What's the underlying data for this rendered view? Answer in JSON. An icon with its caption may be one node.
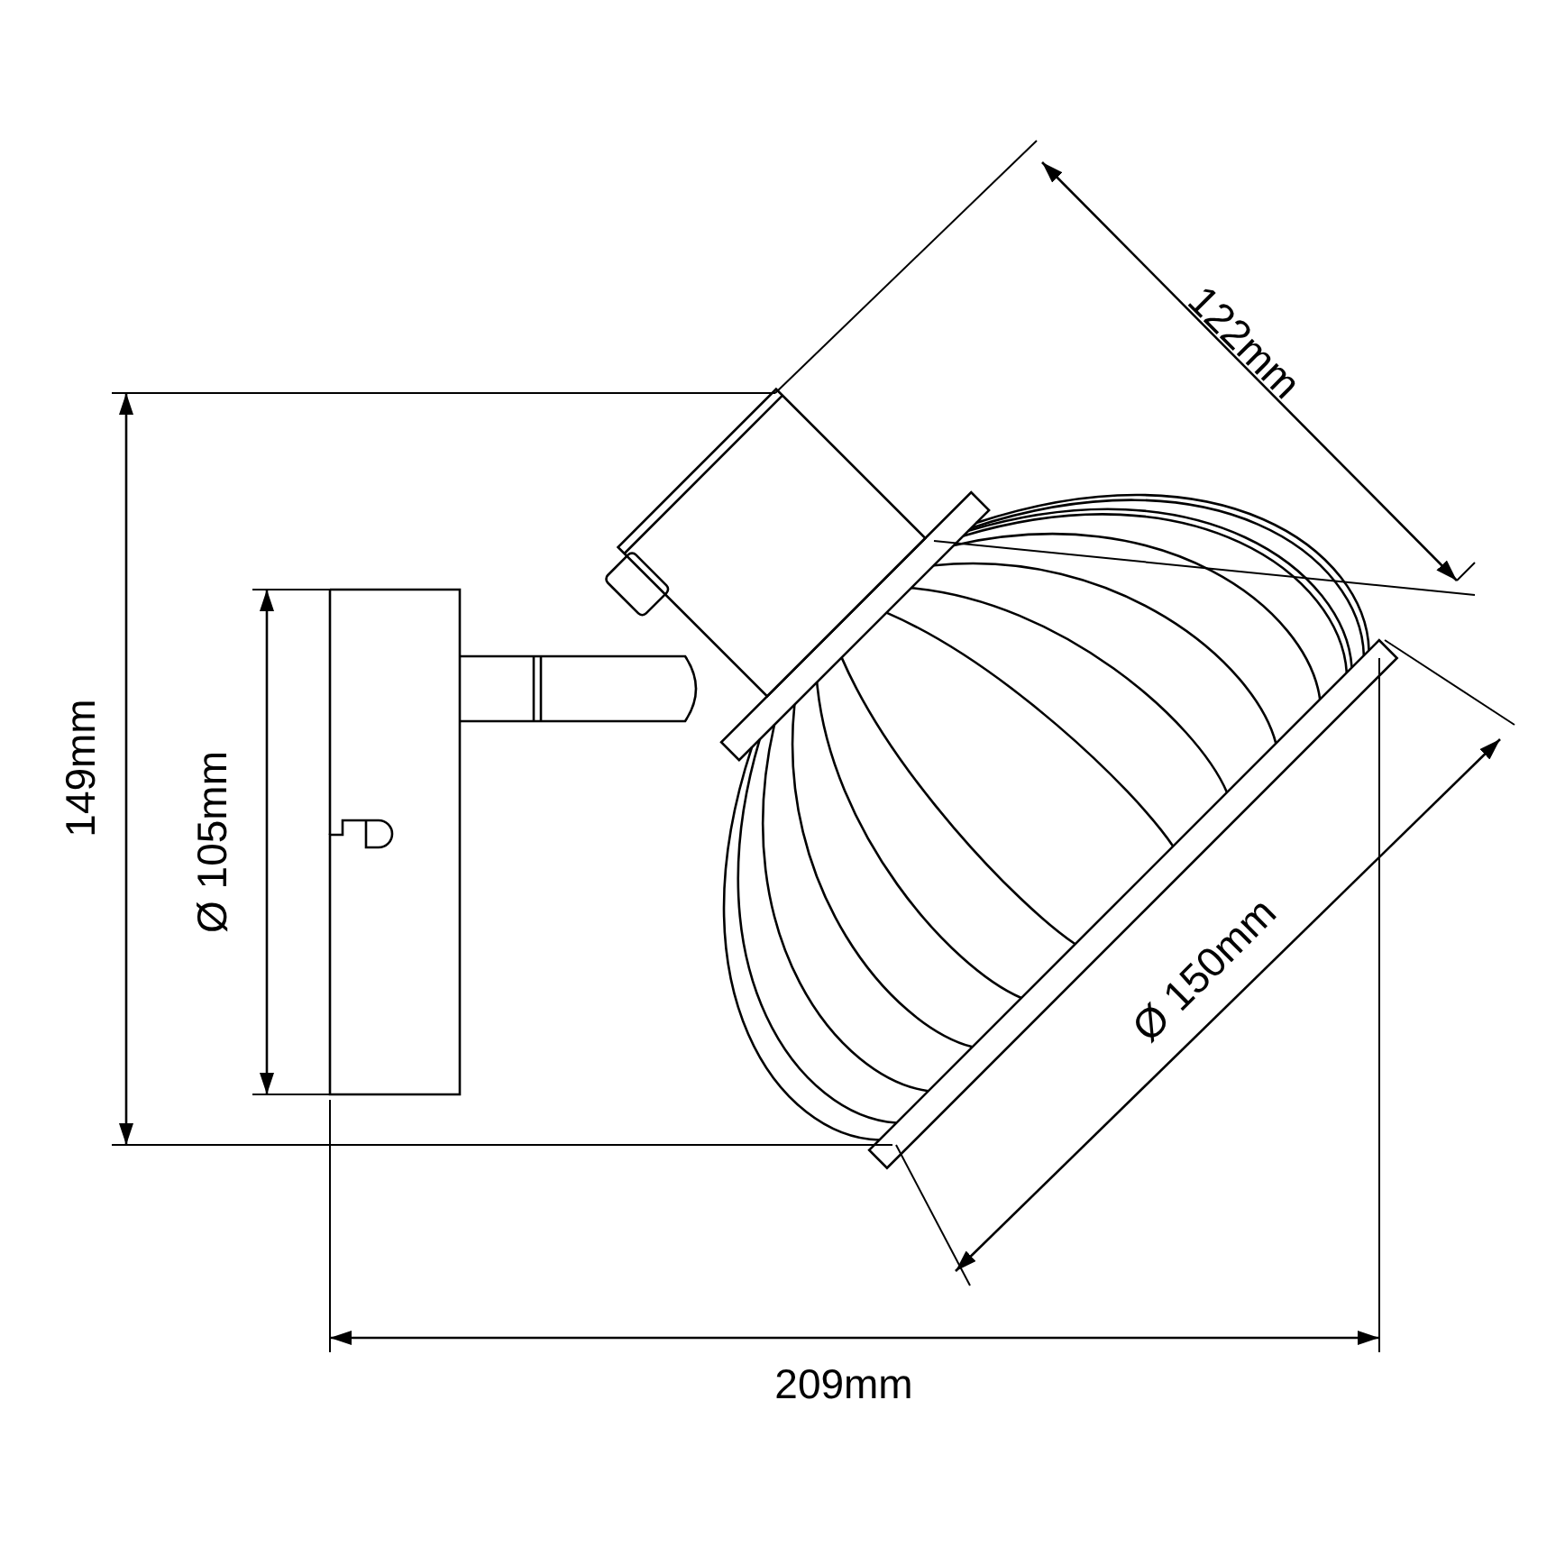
{
  "diagram": {
    "labels": [
      "122mm",
      "149mm",
      "Ø 105mm",
      "Ø 150mm",
      "209mm"
    ]
  }
}
